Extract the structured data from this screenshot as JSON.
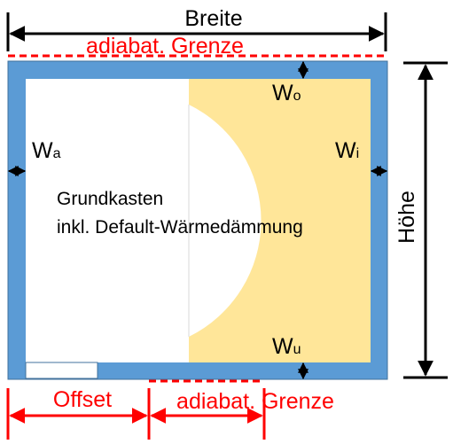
{
  "labels": {
    "width": "Breite",
    "height": "Höhe",
    "adiabatic_top": "adiabat. Grenze",
    "adiabatic_bottom": "adiabat. Grenze",
    "offset": "Offset",
    "wall_outer": "W",
    "wall_outer_sub": "a",
    "wall_inner": "W",
    "wall_inner_sub": "i",
    "wall_top": "W",
    "wall_top_sub": "o",
    "wall_bottom": "W",
    "wall_bottom_sub": "u",
    "box_line1": "Grundkasten",
    "box_line2": "inkl. Default-Wärmedämmung"
  },
  "colors": {
    "frame_blue": "#5b9bd5",
    "frame_edge": "#41719c",
    "insulation_yellow": "#ffe699",
    "dimension_black": "#000000",
    "boundary_red": "#ff0000"
  }
}
